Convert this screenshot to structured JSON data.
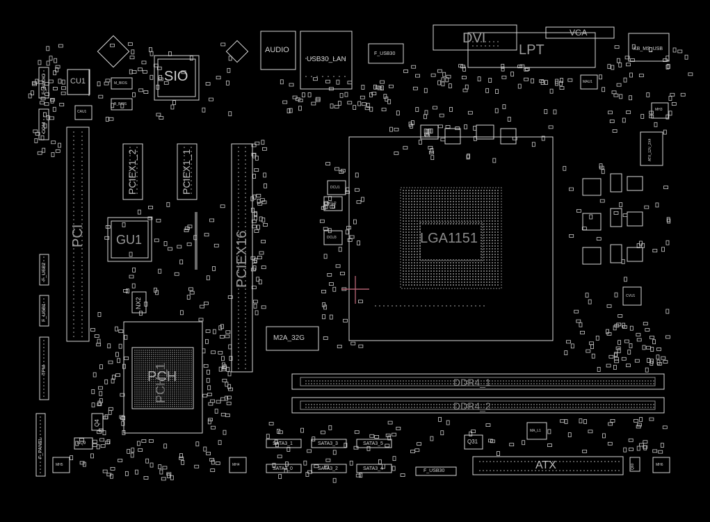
{
  "board": {
    "colors": {
      "background": "#000000",
      "outline": "#d9d9d9",
      "label": "#bdbdbd",
      "cursor": "#b06070"
    },
    "labels": {
      "audio": "AUDIO",
      "usb_lan": "USB30_LAN",
      "f_usb30": "F_USB30",
      "dvi": "DVI",
      "vga": "VGA",
      "lpt": "LPT",
      "kb_ms_usb": "KB_MS_USB",
      "sio": "SIO",
      "cu1": "CU1",
      "m_bios": "M_BIOS",
      "b_bios": "B_BIOS",
      "f_audio": "F_AUDIO",
      "com": "COM",
      "cau1": "CAU1",
      "pciex1_2": "PCIEX1_2",
      "pciex1_1": "PCIEX1_1",
      "pci": "PCI",
      "gu1": "GU1",
      "pciex16": "PCIEX16",
      "f_usb2": "F_USB2",
      "f_usb1": "F_USB1",
      "nx2": "NX2",
      "m2a_32g": "M2A_32G",
      "pch": "PCH",
      "pch_1": "PCH_1",
      "tpm": "TPM",
      "f_panel": "F_PANEL",
      "lga1151": "LGA1151",
      "atx_12v": "ATX_12V_2X4",
      "mh3": "MH3",
      "mh5": "MH5",
      "mh4": "MH4",
      "mh6": "MH6",
      "ddr4_1": "DDR4_1",
      "ddr4_2": "DDR4_2",
      "sata_1": "SATA3_1",
      "sata_3": "SATA3_3",
      "sata_5": "SATA3_5",
      "sata_0": "SATA3_0",
      "sata_2": "SATA3_2",
      "sata_4": "SATA3_4",
      "f_usb30_2": "F_USB30",
      "atx": "ATX",
      "q31": "Q31",
      "q4": "Q4",
      "nq9": "NQ9",
      "q60": "Q60",
      "dcu1": "DCU1",
      "dcu2": "DCU2",
      "dcu3": "DCU3",
      "cvu1": "CVU1",
      "cau1_r": "CAU1",
      "ma_l1": "MA_L1",
      "mau1": "MAU1"
    }
  }
}
